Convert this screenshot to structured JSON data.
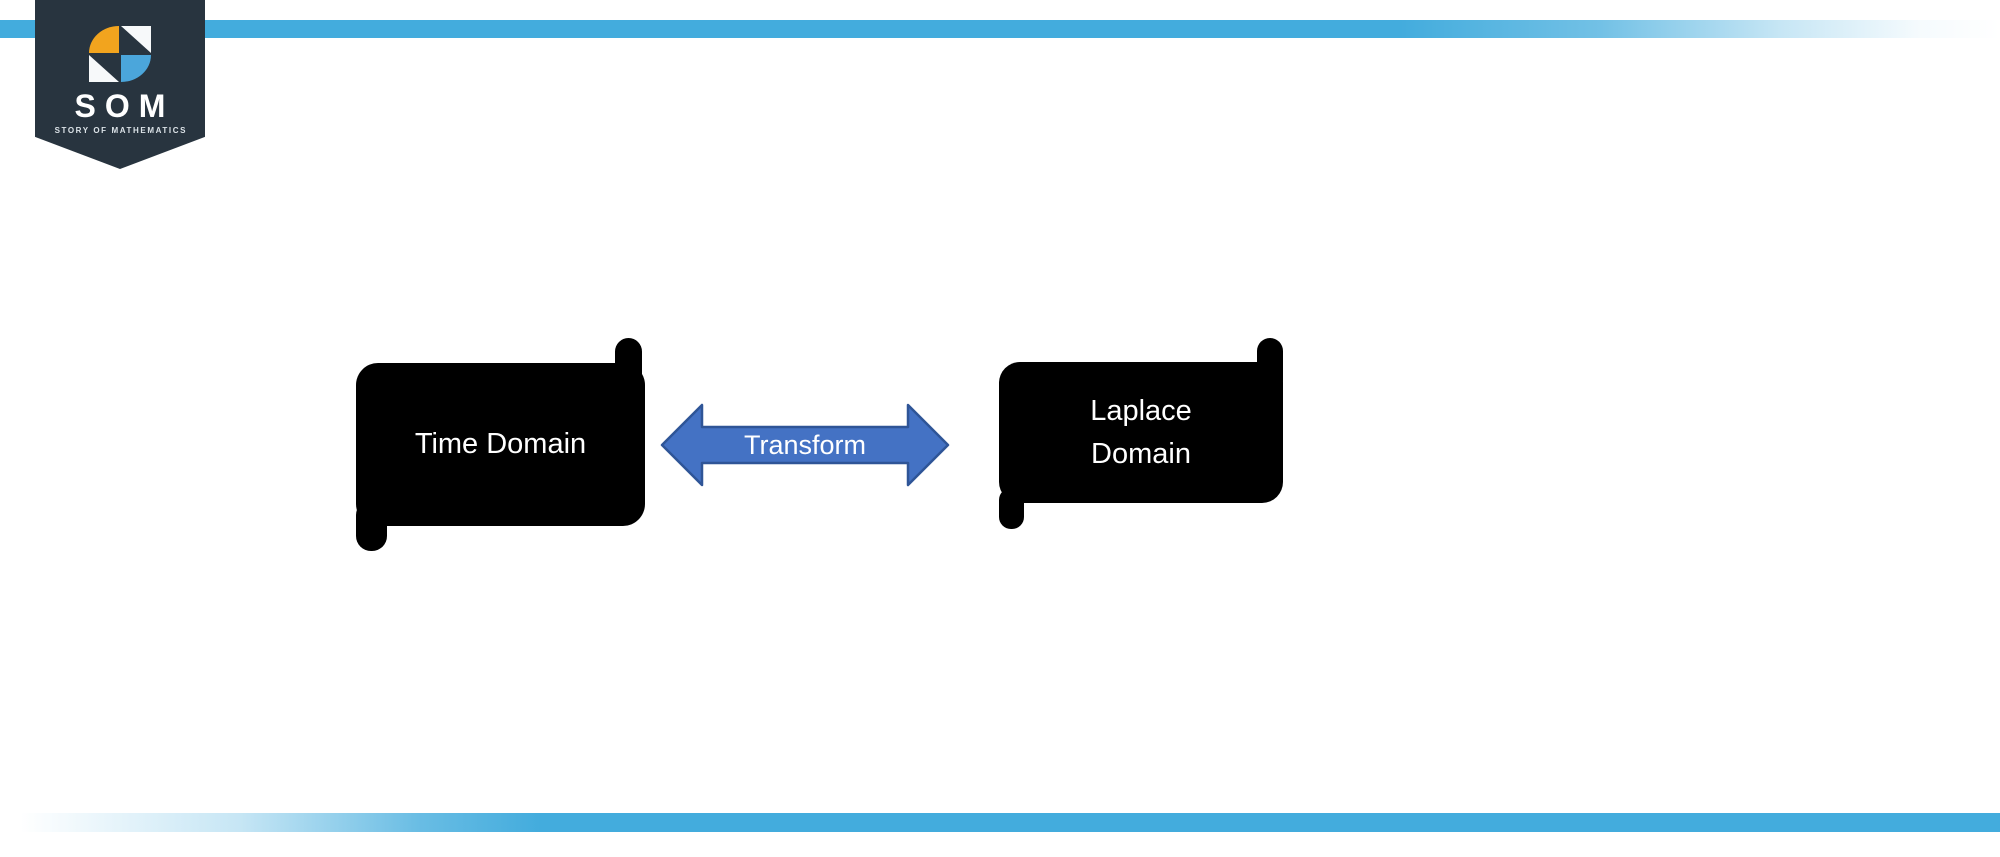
{
  "branding": {
    "logo_text": "SOM",
    "logo_subtext": "STORY OF MATHEMATICS"
  },
  "diagram": {
    "nodes": [
      {
        "label": "Time Domain"
      },
      {
        "label": "Laplace Domain"
      }
    ],
    "connector": {
      "label": "Transform"
    }
  },
  "colors": {
    "bar_blue": "#43ACDD",
    "badge_navy": "#28343F",
    "logo_orange": "#F2A41E",
    "logo_blue": "#4BA6DB",
    "arrow_fill": "#4472C4",
    "arrow_border": "#2F5597",
    "node_black": "#000000",
    "label_white": "#FFFFFF"
  }
}
